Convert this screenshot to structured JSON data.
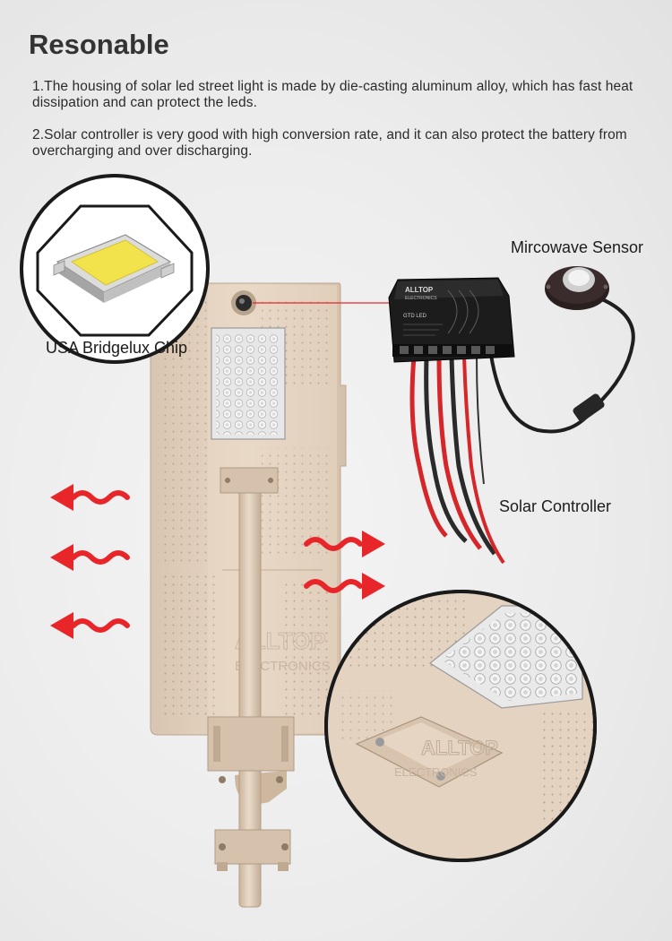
{
  "header": {
    "title": "Resonable",
    "paragraph_1": "1.The housing of solar led street light is made by die-casting aluminum alloy, which has fast heat dissipation and can protect the leds.",
    "paragraph_2": "2.Solar controller is very good with high conversion rate, and it can also protect the battery from overcharging and over discharging."
  },
  "labels": {
    "chip": "USA Bridgelux Chip",
    "sensor": "Mircowave Sensor",
    "controller": "Solar Controller"
  },
  "controller_device": {
    "brand": "ALLTOP",
    "brand_sub": "ELECTRONICS",
    "type": "GTD LED"
  },
  "watermark": {
    "brand": "ALLTOP",
    "sub": "ELECTRONICS"
  },
  "colors": {
    "housing": "#e3d2bf",
    "housing_dark": "#cdb8a2",
    "pole": "#d9c6b0",
    "heat_arrow": "#e8262a",
    "chip_yellow": "#f2e34c",
    "controller": "#1c1c1c"
  },
  "icons": {
    "heat_arrows": "wavy-arrow",
    "chip": "smd-led-chip",
    "sensor": "microwave-sensor-dome"
  }
}
